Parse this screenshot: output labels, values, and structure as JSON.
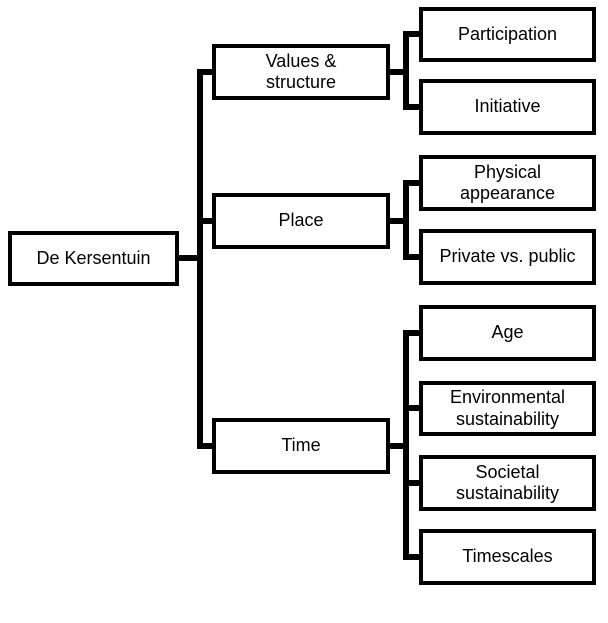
{
  "diagram": {
    "title": "De Kersentuin hierarchy diagram",
    "colors": {
      "line": "#000000",
      "box_border": "#000000",
      "box_background": "#ffffff",
      "text": "#000000",
      "page_background": "#ffffff"
    },
    "root": {
      "label": "De Kersentuin"
    },
    "branches": [
      {
        "label": "Values &\nstructure",
        "children": [
          {
            "label": "Participation"
          },
          {
            "label": "Initiative"
          }
        ]
      },
      {
        "label": "Place",
        "children": [
          {
            "label": "Physical\nappearance"
          },
          {
            "label": "Private vs. public"
          }
        ]
      },
      {
        "label": "Time",
        "children": [
          {
            "label": "Age"
          },
          {
            "label": "Environmental\nsustainability"
          },
          {
            "label": "Societal\nsustainability"
          },
          {
            "label": "Timescales"
          }
        ]
      }
    ]
  }
}
